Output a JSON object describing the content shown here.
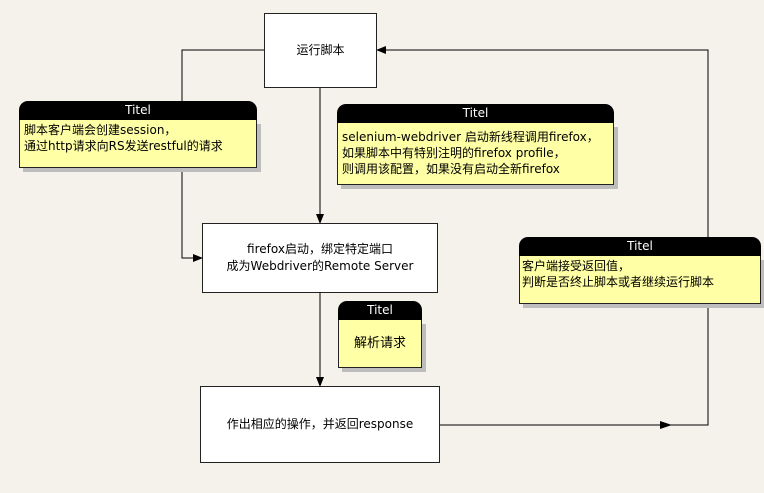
{
  "boxes": {
    "run_script": "运行脚本",
    "firefox_start": "firefox启动，绑定特定端口\n成为Webdriver的Remote Server",
    "respond": "作出相应的操作，并返回response"
  },
  "notes": {
    "client_request": {
      "title": "Titel",
      "body": "脚本客户端会创建session，\n通过http请求向RS发送restful的请求"
    },
    "webdriver_thread": {
      "title": "Titel",
      "body": "selenium-webdriver 启动新线程调用firefox，\n如果脚本中有特别注明的firefox profile，\n则调用该配置，如果没有启动全新firefox"
    },
    "parse_request": {
      "title": "Titel",
      "body": "解析请求"
    },
    "client_response": {
      "title": "Titel",
      "body": "客户端接受返回值，\n判断是否终止脚本或者继续运行脚本"
    }
  }
}
